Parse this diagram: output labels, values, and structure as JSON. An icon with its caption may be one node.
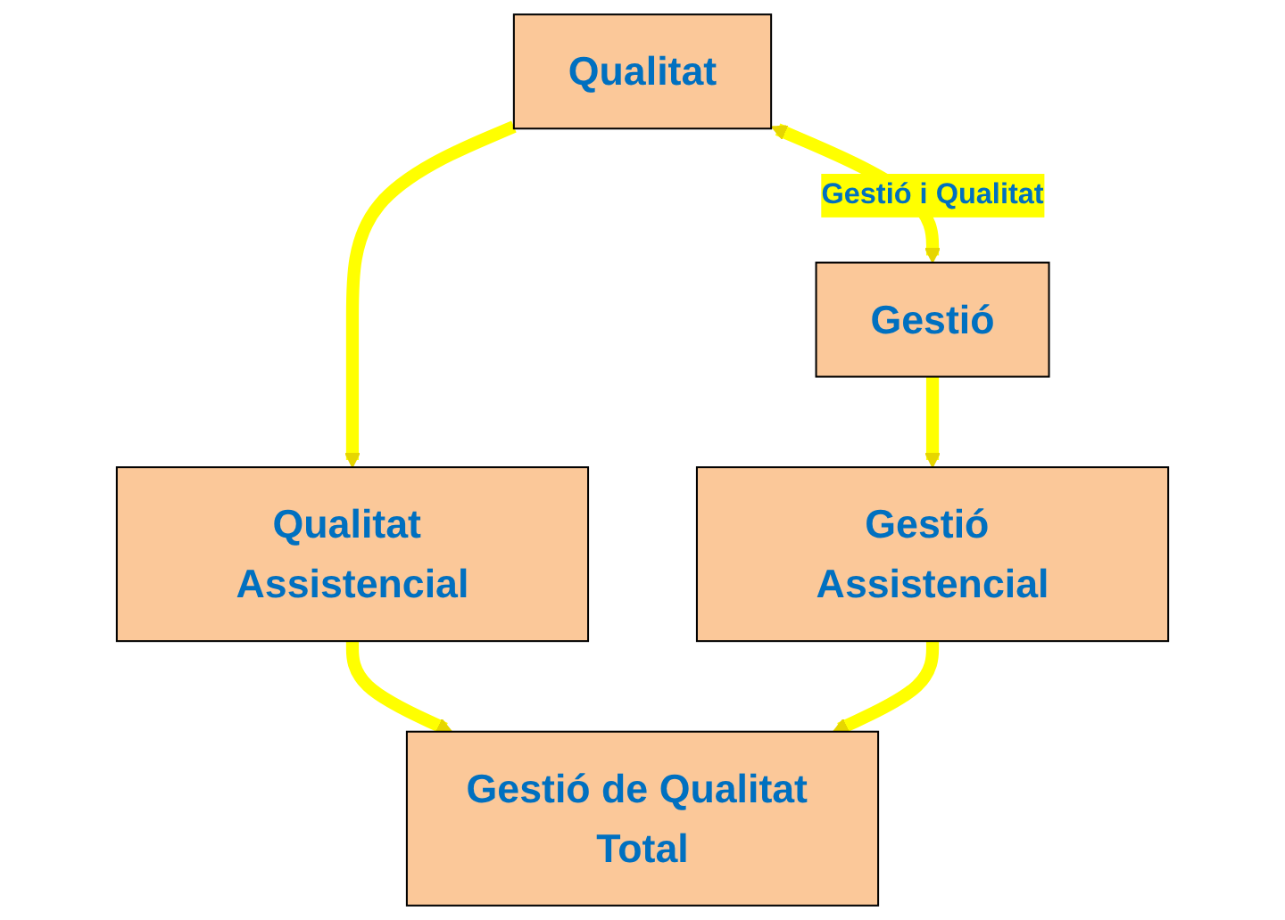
{
  "diagram": {
    "nodes": [
      {
        "text": [
          "Qualitat"
        ]
      },
      {
        "text": [
          "Gestió"
        ]
      },
      {
        "text": [
          "Qualitat Assistencial"
        ]
      },
      {
        "text": [
          "Gestió Assistencial"
        ]
      },
      {
        "text": [
          "Gestió de Qualitat Total"
        ]
      }
    ],
    "edges": [
      {
        "from": 0,
        "to": 1,
        "arrow": "both",
        "label": "Gestió i Qualitat"
      },
      {
        "from": 0,
        "to": 2,
        "arrow": "to"
      },
      {
        "from": 1,
        "to": 3,
        "arrow": "to"
      },
      {
        "from": 2,
        "to": 4,
        "arrow": "to"
      },
      {
        "from": 3,
        "to": 4,
        "arrow": "to"
      }
    ]
  }
}
